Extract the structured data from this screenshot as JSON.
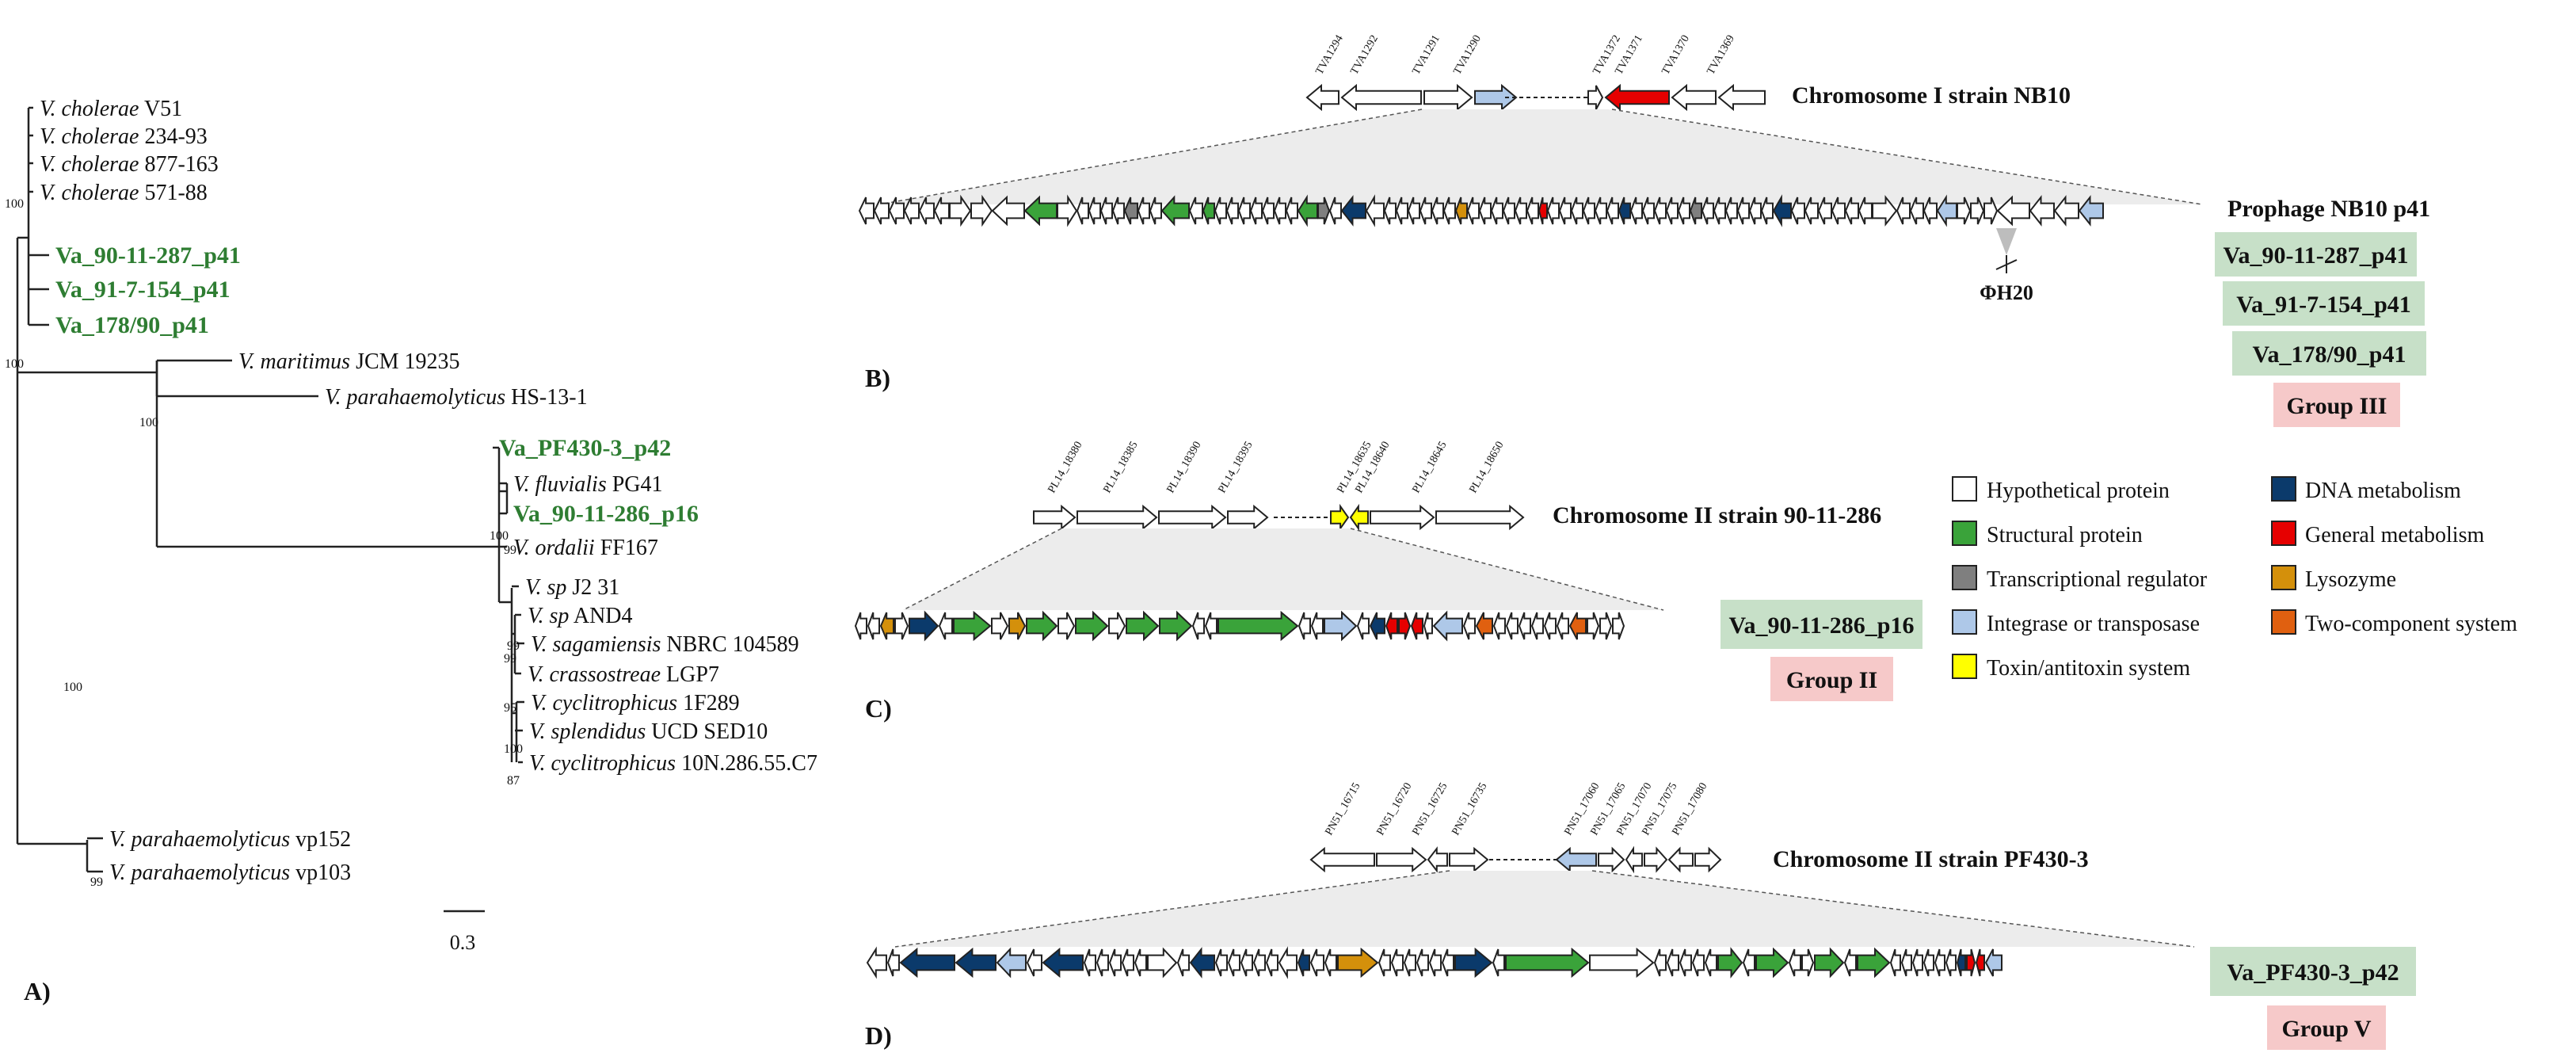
{
  "panels": {
    "a": "A)",
    "b": "B)",
    "c": "C)",
    "d": "D)"
  },
  "tree": {
    "taxa": [
      {
        "genus": "V. cholerae",
        "rest": "V51",
        "highlight": false
      },
      {
        "genus": "V. cholerae",
        "rest": "234-93",
        "highlight": false
      },
      {
        "genus": "V. cholerae",
        "rest": "877-163",
        "highlight": false
      },
      {
        "genus": "V. cholerae",
        "rest": "571-88",
        "highlight": false
      },
      {
        "genus": "",
        "rest": "Va_90-11-287_p41",
        "highlight": true
      },
      {
        "genus": "",
        "rest": "Va_91-7-154_p41",
        "highlight": true
      },
      {
        "genus": "",
        "rest": "Va_178/90_p41",
        "highlight": true
      },
      {
        "genus": "V. maritimus",
        "rest": "JCM 19235",
        "highlight": false
      },
      {
        "genus": "V. parahaemolyticus",
        "rest": "HS-13-1",
        "highlight": false
      },
      {
        "genus": "",
        "rest": "Va_PF430-3_p42",
        "highlight": true
      },
      {
        "genus": "V. fluvialis",
        "rest": "PG41",
        "highlight": false
      },
      {
        "genus": "",
        "rest": "Va_90-11-286_p16",
        "highlight": true
      },
      {
        "genus": "V. ordalii",
        "rest": "FF167",
        "highlight": false
      },
      {
        "genus": "V. sp",
        "rest": "J2 31",
        "highlight": false
      },
      {
        "genus": "V. sp",
        "rest": "AND4",
        "highlight": false
      },
      {
        "genus": "V. sagamiensis",
        "rest": "NBRC 104589",
        "highlight": false
      },
      {
        "genus": "V. crassostreae",
        "rest": "LGP7",
        "highlight": false
      },
      {
        "genus": "V. cyclitrophicus",
        "rest": "1F289",
        "highlight": false
      },
      {
        "genus": "V. splendidus",
        "rest": "UCD SED10",
        "highlight": false
      },
      {
        "genus": "V. cyclitrophicus",
        "rest": "10N.286.55.C7",
        "highlight": false
      },
      {
        "genus": "V. parahaemolyticus",
        "rest": "vp152",
        "highlight": false
      },
      {
        "genus": "V. parahaemolyticus",
        "rest": "vp103",
        "highlight": false
      }
    ],
    "bootstrap": [
      "100",
      "100",
      "100",
      "100",
      "100",
      "99",
      "99",
      "99",
      "95",
      "100",
      "87",
      "99"
    ],
    "scale": "0.3"
  },
  "legend": [
    {
      "label": "Hypothetical protein",
      "color": "#ffffff"
    },
    {
      "label": "Structural protein",
      "color": "#3aa33a"
    },
    {
      "label": "Transcriptional regulator",
      "color": "#7f7f7f"
    },
    {
      "label": "Integrase or transposase",
      "color": "#aec8e8"
    },
    {
      "label": "Toxin/antitoxin system",
      "color": "#ffff00"
    },
    {
      "label": "DNA metabolism",
      "color": "#0b3a6b"
    },
    {
      "label": "General metabolism",
      "color": "#e60000"
    },
    {
      "label": "Lysozyme",
      "color": "#d4900b"
    },
    {
      "label": "Two-component system",
      "color": "#e06010"
    }
  ],
  "b": {
    "chromosome": "Chromosome I strain NB10",
    "prophage": "Prophage NB10 p41",
    "genes": [
      "TVA1294",
      "TVA1292",
      "TVA1291",
      "TVA1290",
      "TVA1372",
      "TVA1371",
      "TVA1370",
      "TVA1369"
    ],
    "insertion": "ΦH20",
    "boxes": [
      "Va_90-11-287_p41",
      "Va_91-7-154_p41",
      "Va_178/90_p41"
    ],
    "group": "Group III"
  },
  "c": {
    "chromosome": "Chromosome II strain 90-11-286",
    "genes": [
      "PL14_18380",
      "PL14_18385",
      "PL14_18390",
      "PL14_18395",
      "PL14_18635",
      "PL14_18640",
      "PL14_18645",
      "PL14_18650"
    ],
    "box": "Va_90-11-286_p16",
    "group": "Group II"
  },
  "d": {
    "chromosome": "Chromosome II strain PF430-3",
    "genes": [
      "PN51_16715",
      "PN51_16720",
      "PN51_16725",
      "PN51_16735",
      "PN51_17060",
      "PN51_17065",
      "PN51_17070",
      "PN51_17075",
      "PN51_17080"
    ],
    "box": "Va_PF430-3_p42",
    "group": "Group V"
  }
}
